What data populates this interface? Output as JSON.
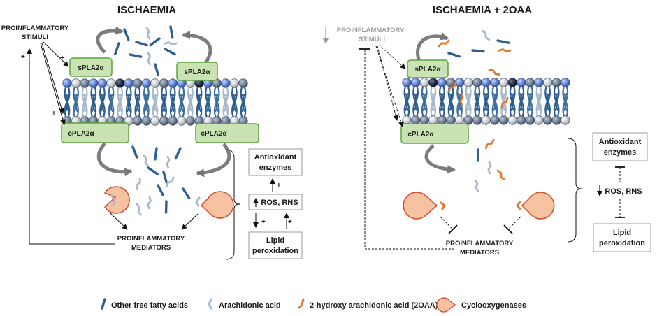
{
  "titles": {
    "left": "ISCHAEMIA",
    "right": "ISCHAEMIA + 2OAA"
  },
  "left": {
    "stimuli": [
      "PROINFLAMMATORY",
      "STIMULI"
    ],
    "enzymes": {
      "spla_left": "sPLA2α",
      "spla_right": "sPLA2α",
      "cpla_left": "cPLA2α",
      "cpla_right": "cPLA2α"
    },
    "mediators": [
      "PROINFLAMMATORY",
      "MEDIATORS"
    ],
    "plus": "+",
    "boxes": {
      "antiox": [
        "Antioxidant",
        "enzymes"
      ],
      "ros": "ROS, RNS",
      "lipid": [
        "Lipid",
        "peroxidation"
      ]
    }
  },
  "right": {
    "stimuli": [
      "PROINFLAMMATORY",
      "STIMULI"
    ],
    "enzymes": {
      "spla": "sPLA2α",
      "cpla": "cPLA2α"
    },
    "mediators": [
      "PROINFLAMMATORY",
      "MEDIATORS"
    ],
    "boxes": {
      "antiox": [
        "Antioxidant",
        "enzymes"
      ],
      "ros": "ROS, RNS",
      "lipid": [
        "Lipid",
        "peroxidation"
      ]
    }
  },
  "legend": {
    "ffa": "Other free fatty acids",
    "aa": "Arachidonic acid",
    "oaa": "2-hydroxy arachidonic acid (2OAA)",
    "cox": "Cyclooxygenases"
  },
  "colors": {
    "ffa": "#2f5f8f",
    "aa": "#a9b9cc",
    "oaa": "#e07b2e",
    "enzyme_fill": "#c9e3b3",
    "enzyme_stroke": "#5fa33f",
    "cox_fill": "#f7c2a2",
    "cox_stroke": "#d24a2c",
    "head_blue": "#5c7fd4",
    "head_grey": "#c8ccd2",
    "head_slate": "#6e7f93",
    "head_navy": "#1f2a3c"
  }
}
